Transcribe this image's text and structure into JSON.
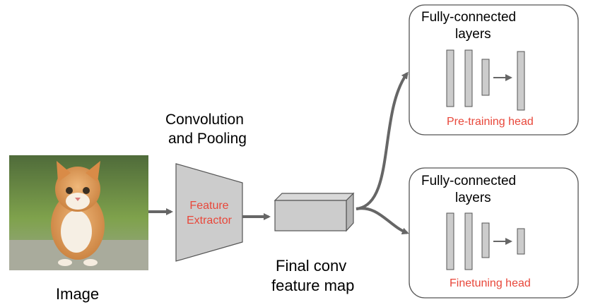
{
  "image_label": "Image",
  "conv": {
    "line1": "Convolution",
    "line2": "and Pooling"
  },
  "feature_extractor": {
    "line1": "Feature",
    "line2": "Extractor"
  },
  "final_map": {
    "line1": "Final conv",
    "line2": "feature map"
  },
  "head_top": {
    "line1": "Fully-connected",
    "line2": "layers",
    "caption": "Pre-training head"
  },
  "head_bottom": {
    "line1": "Fully-connected",
    "line2": "layers",
    "caption": "Finetuning head"
  },
  "colors": {
    "accent_text": "#e8473a",
    "block_fill": "#cccccc",
    "block_stroke": "#555555",
    "arrow": "#666666"
  }
}
